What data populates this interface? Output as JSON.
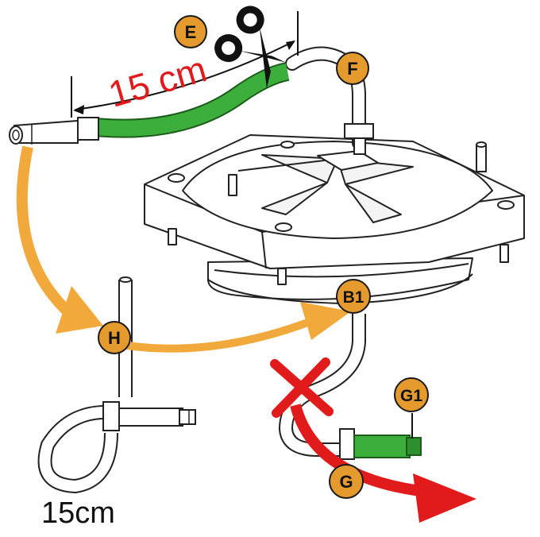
{
  "labels": {
    "E": "E",
    "F": "F",
    "B1": "B1",
    "H": "H",
    "G1": "G1",
    "G": "G"
  },
  "measurements": {
    "cut_length": "15 cm",
    "loop_length": "15cm"
  },
  "icons": {
    "cut": "scissors-icon",
    "remove": "red-x-cross-icon"
  },
  "colors": {
    "marker_fill": "#E59A2E",
    "marker_stroke": "#1a1a1a",
    "orange_arrow": "#F2A93B",
    "red_arrow": "#E11B1B",
    "green_tube": "#3BAE3B",
    "measure_text": "#E11B1B"
  }
}
